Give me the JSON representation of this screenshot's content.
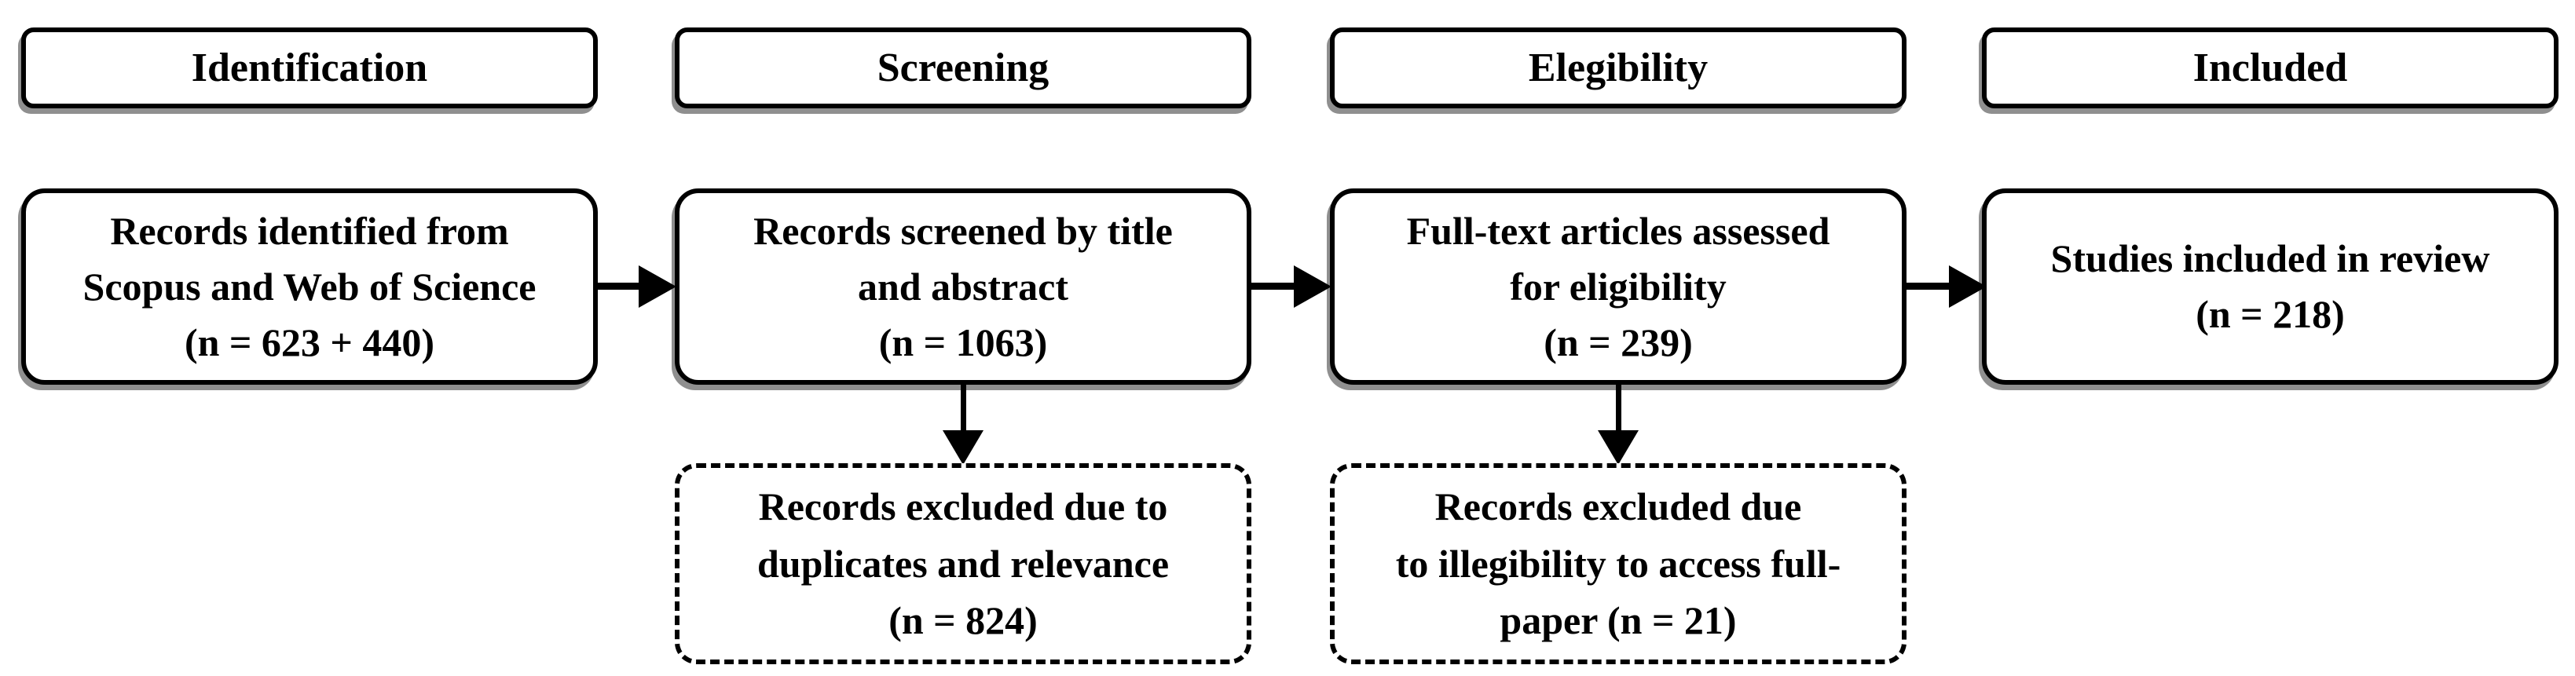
{
  "colors": {
    "border": "#000000",
    "background": "#ffffff",
    "shadow": "#8f8f8f",
    "text": "#000000"
  },
  "stages": [
    "Identification",
    "Screening",
    "Elegibility",
    "Included"
  ],
  "boxes": {
    "identified": {
      "lines": [
        "Records identified from",
        "Scopus and Web of Science",
        "(n = 623 + 440)"
      ]
    },
    "screened": {
      "lines": [
        "Records screened by title",
        "and abstract",
        "(n = 1063)"
      ]
    },
    "fulltext": {
      "lines": [
        "Full-text articles assessed",
        "for eligibility",
        "(n = 239)"
      ]
    },
    "included": {
      "lines": [
        "Studies included in review",
        "(n = 218)"
      ]
    },
    "excluded_screening": {
      "lines": [
        "Records excluded due to",
        "duplicates and relevance",
        "(n = 824)"
      ]
    },
    "excluded_eligibility": {
      "lines": [
        "Records excluded due",
        "to illegibility to access full-",
        "paper (n = 21)"
      ]
    }
  }
}
